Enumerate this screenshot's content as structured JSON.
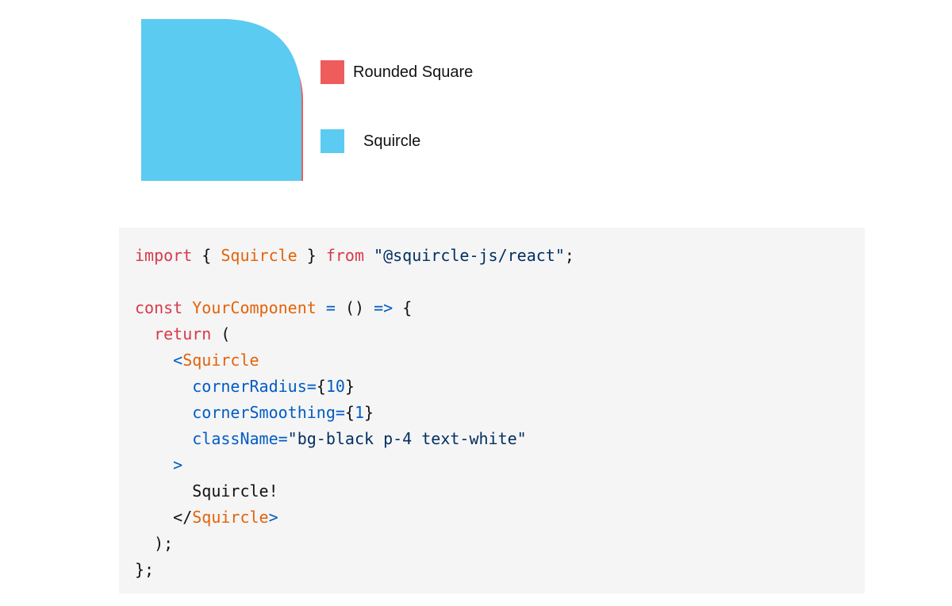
{
  "colors": {
    "rounded_square": "#ee5c5c",
    "squircle": "#5bcbf2",
    "code_background": "#f5f5f5"
  },
  "legend": {
    "items": [
      {
        "label": "Rounded Square",
        "color": "#ee5c5c"
      },
      {
        "label": "Squircle",
        "color": "#5bcbf2"
      }
    ]
  },
  "code": {
    "language": "jsx",
    "lines": [
      [
        {
          "t": "import",
          "k": "keyword"
        },
        {
          "t": " { ",
          "k": "punct"
        },
        {
          "t": "Squircle",
          "k": "component"
        },
        {
          "t": " } ",
          "k": "punct"
        },
        {
          "t": "from",
          "k": "keyword"
        },
        {
          "t": " ",
          "k": "punct"
        },
        {
          "t": "\"@squircle-js/react\"",
          "k": "string"
        },
        {
          "t": ";",
          "k": "punct"
        }
      ],
      [],
      [
        {
          "t": "const",
          "k": "keyword"
        },
        {
          "t": " ",
          "k": "punct"
        },
        {
          "t": "YourComponent",
          "k": "component"
        },
        {
          "t": " ",
          "k": "punct"
        },
        {
          "t": "=",
          "k": "op"
        },
        {
          "t": " () ",
          "k": "punct"
        },
        {
          "t": "=>",
          "k": "op"
        },
        {
          "t": " {",
          "k": "punct"
        }
      ],
      [
        {
          "t": "  ",
          "k": "punct"
        },
        {
          "t": "return",
          "k": "keyword"
        },
        {
          "t": " (",
          "k": "punct"
        }
      ],
      [
        {
          "t": "    ",
          "k": "punct"
        },
        {
          "t": "<",
          "k": "tag"
        },
        {
          "t": "Squircle",
          "k": "component"
        }
      ],
      [
        {
          "t": "      ",
          "k": "punct"
        },
        {
          "t": "cornerRadius",
          "k": "attr"
        },
        {
          "t": "=",
          "k": "op"
        },
        {
          "t": "{",
          "k": "punct"
        },
        {
          "t": "10",
          "k": "number"
        },
        {
          "t": "}",
          "k": "punct"
        }
      ],
      [
        {
          "t": "      ",
          "k": "punct"
        },
        {
          "t": "cornerSmoothing",
          "k": "attr"
        },
        {
          "t": "=",
          "k": "op"
        },
        {
          "t": "{",
          "k": "punct"
        },
        {
          "t": "1",
          "k": "number"
        },
        {
          "t": "}",
          "k": "punct"
        }
      ],
      [
        {
          "t": "      ",
          "k": "punct"
        },
        {
          "t": "className",
          "k": "attr"
        },
        {
          "t": "=",
          "k": "op"
        },
        {
          "t": "\"bg-black p-4 text-white\"",
          "k": "string"
        }
      ],
      [
        {
          "t": "    ",
          "k": "punct"
        },
        {
          "t": ">",
          "k": "tag"
        }
      ],
      [
        {
          "t": "      ",
          "k": "punct"
        },
        {
          "t": "Squircle!",
          "k": "text"
        }
      ],
      [
        {
          "t": "    ",
          "k": "punct"
        },
        {
          "t": "</",
          "k": "punct"
        },
        {
          "t": "Squircle",
          "k": "component"
        },
        {
          "t": ">",
          "k": "tag"
        }
      ],
      [
        {
          "t": "  );",
          "k": "punct"
        }
      ],
      [
        {
          "t": "};",
          "k": "punct"
        }
      ]
    ]
  }
}
